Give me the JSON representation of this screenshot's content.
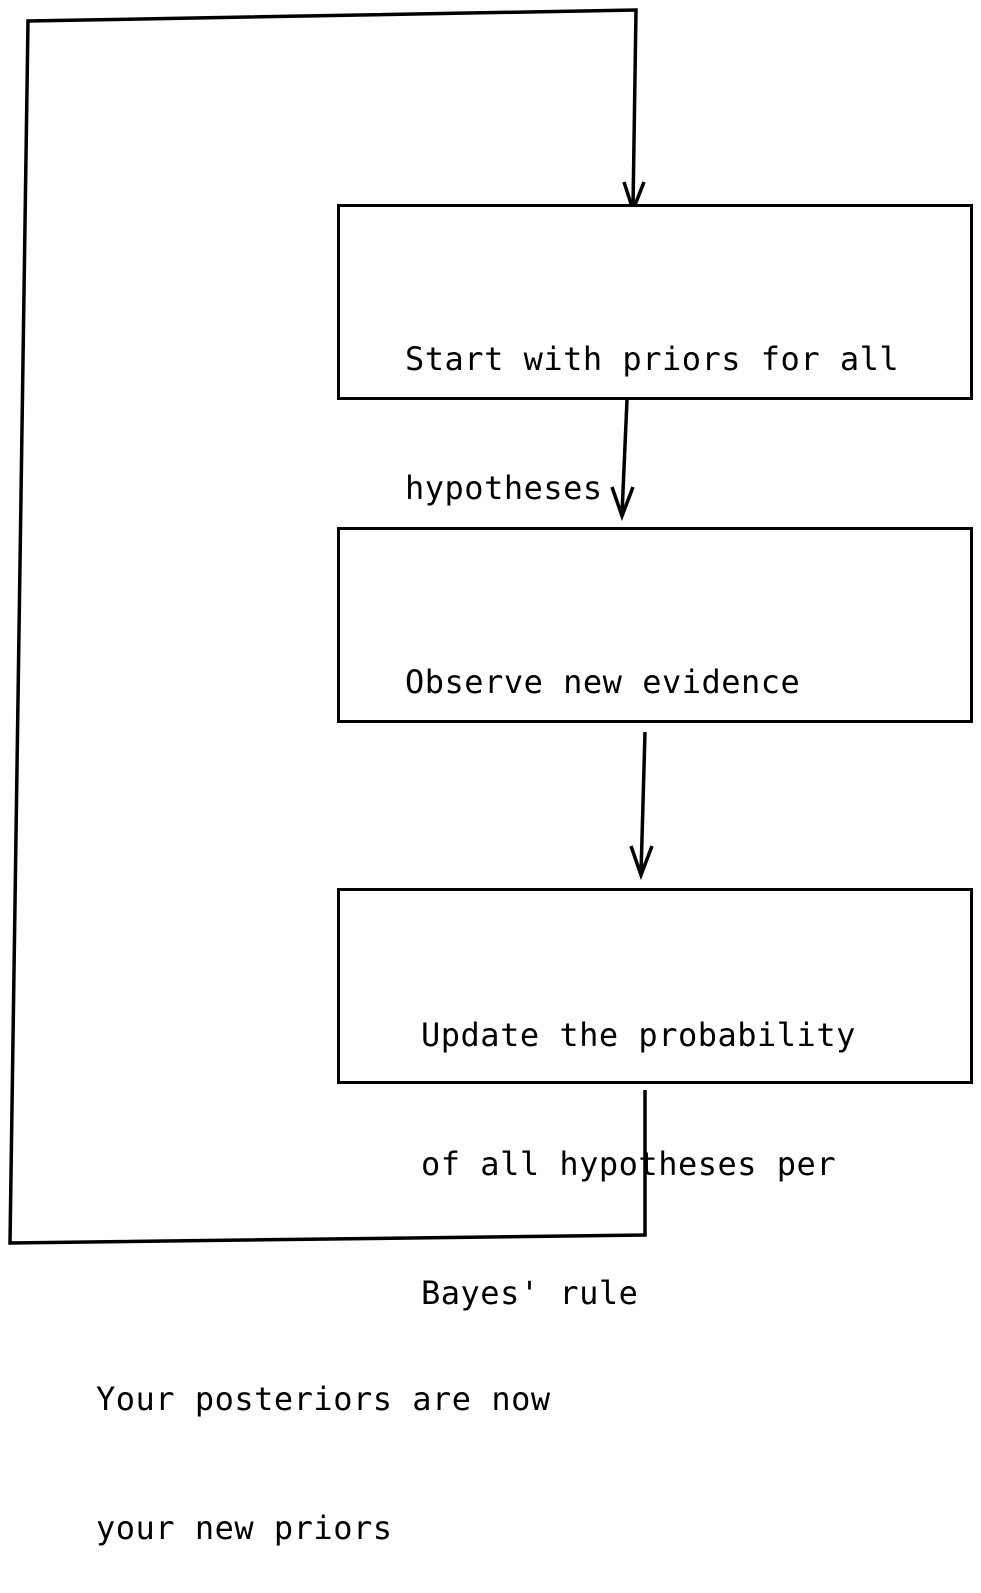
{
  "nodes": {
    "start": {
      "lines": [
        "Start with priors for all",
        "hypotheses"
      ]
    },
    "observe": {
      "lines": [
        "Observe new evidence"
      ]
    },
    "update": {
      "lines": [
        "Update the probability",
        "of all hypotheses per",
        "Bayes' rule"
      ]
    }
  },
  "loop_label": {
    "lines": [
      "Your posteriors are now",
      "your new priors"
    ]
  }
}
